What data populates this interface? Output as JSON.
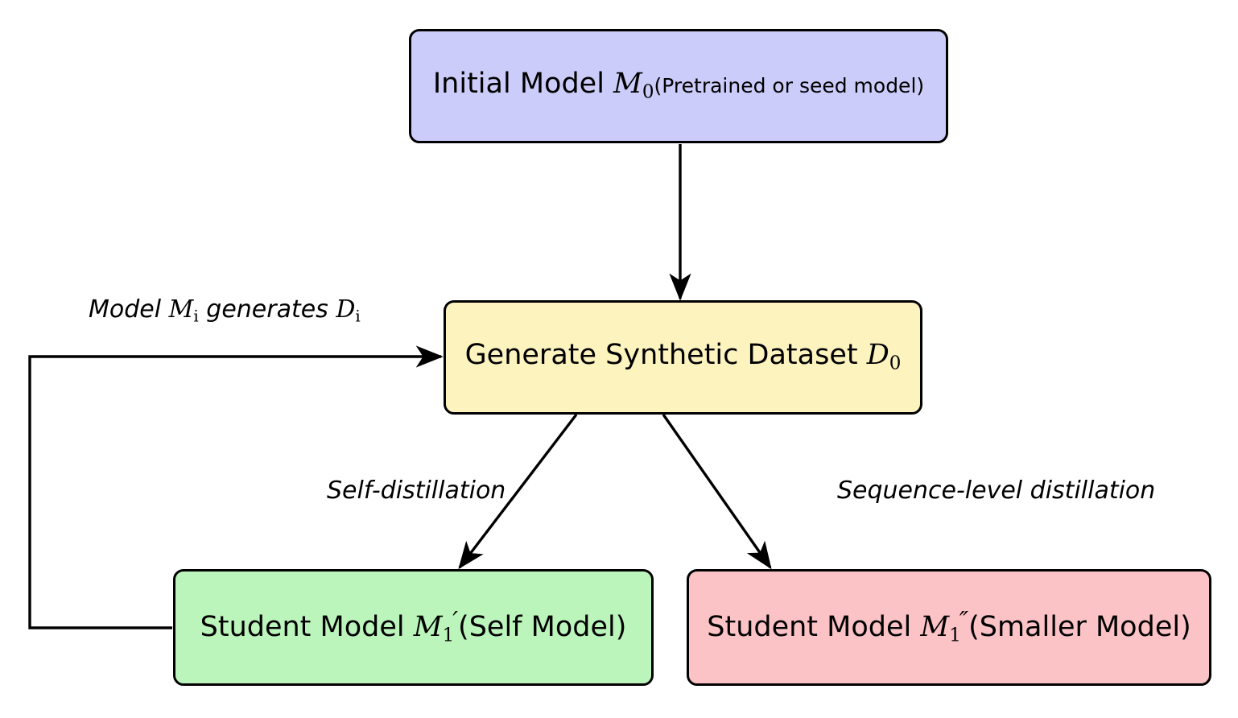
{
  "diagram": {
    "title": "Self-distillation and sequence-level distillation pipeline",
    "background": "#ffffff",
    "stroke": "#000000",
    "nodes": [
      {
        "id": "initial-model",
        "main_text": "Initial Model ",
        "symbol": "M",
        "symbol_sub": "0",
        "paren_text": "(Pretrained or seed model)",
        "fill": "#ccccfa"
      },
      {
        "id": "generate-dataset",
        "main_text": "Generate Synthetic Dataset ",
        "symbol": "D",
        "symbol_sub": "0",
        "paren_text": "",
        "fill": "#fdf3bf"
      },
      {
        "id": "student-self",
        "main_text": "Student Model ",
        "symbol": "M",
        "symbol_sub": "1",
        "symbol_prime": "′",
        "paren_text": "(Self Model)",
        "fill": "#bcf5bc"
      },
      {
        "id": "student-smaller",
        "main_text": "Student Model ",
        "symbol": "M",
        "symbol_sub": "1",
        "symbol_prime": "″",
        "paren_text": "(Smaller Model)",
        "fill": "#fcc3c7"
      }
    ],
    "edges": [
      {
        "id": "feedback-loop",
        "label_prefix": "Model ",
        "label_symbol": "M",
        "label_symbol_sub": "i",
        "label_mid": " generates ",
        "label_symbol2": "D",
        "label_symbol2_sub": "i",
        "label_suffix": ""
      },
      {
        "id": "initial-to-dataset",
        "label": ""
      },
      {
        "id": "dataset-to-self",
        "label": "Self-distillation"
      },
      {
        "id": "dataset-to-smaller",
        "label": "Sequence-level distillation"
      }
    ]
  }
}
